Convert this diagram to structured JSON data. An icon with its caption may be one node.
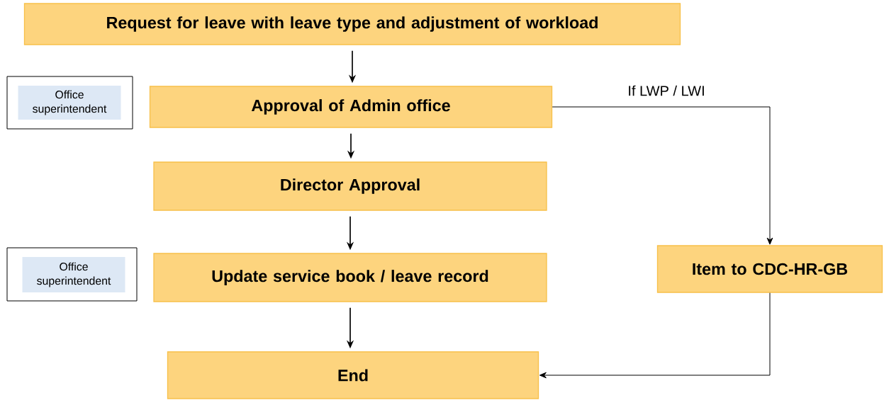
{
  "diagram": {
    "nodes": [
      {
        "text": [
          "Request for leave with leave type and adjustment of workload"
        ]
      },
      {
        "text": [
          "Office superintendent"
        ]
      },
      {
        "text": [
          "Approval of Admin office"
        ]
      },
      {
        "text": [
          "Director Approval"
        ]
      },
      {
        "text": [
          "Office superintendent"
        ]
      },
      {
        "text": [
          "Update service book / leave record"
        ]
      },
      {
        "text": [
          "Item to CDC-HR-GB"
        ]
      },
      {
        "text": [
          "End"
        ]
      }
    ],
    "edges": [
      {
        "from": 0,
        "to": 2,
        "arrow": "to"
      },
      {
        "from": 2,
        "to": 3,
        "arrow": "to"
      },
      {
        "from": 3,
        "to": 5,
        "arrow": "to"
      },
      {
        "from": 5,
        "to": 7,
        "arrow": "to"
      },
      {
        "from": 2,
        "to": 6,
        "arrow": "to",
        "label": "If LWP / LWI"
      },
      {
        "from": 6,
        "to": 7,
        "arrow": "to"
      }
    ]
  }
}
